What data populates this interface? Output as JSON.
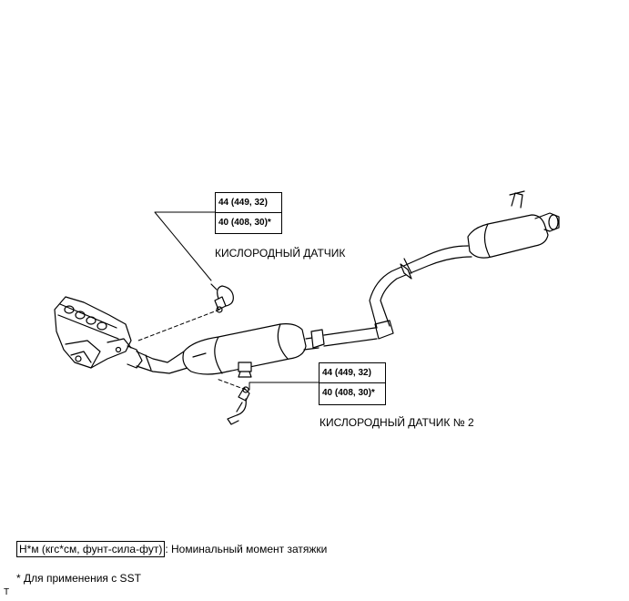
{
  "callouts": [
    {
      "torque_values": [
        "44 (449, 32)",
        "40 (408, 30)*"
      ],
      "label": "КИСЛОРОДНЫЙ ДАТЧИК"
    },
    {
      "torque_values": [
        "44 (449, 32)",
        "40 (408, 30)*"
      ],
      "label": "КИСЛОРОДНЫЙ ДАТЧИК № 2"
    }
  ],
  "legend": {
    "unit": "Н*м (кгс*см, фунт-сила-фут)",
    "description": ": Номинальный момент затяжки"
  },
  "footnote": "* Для применения с SST",
  "corner_mark": "T"
}
